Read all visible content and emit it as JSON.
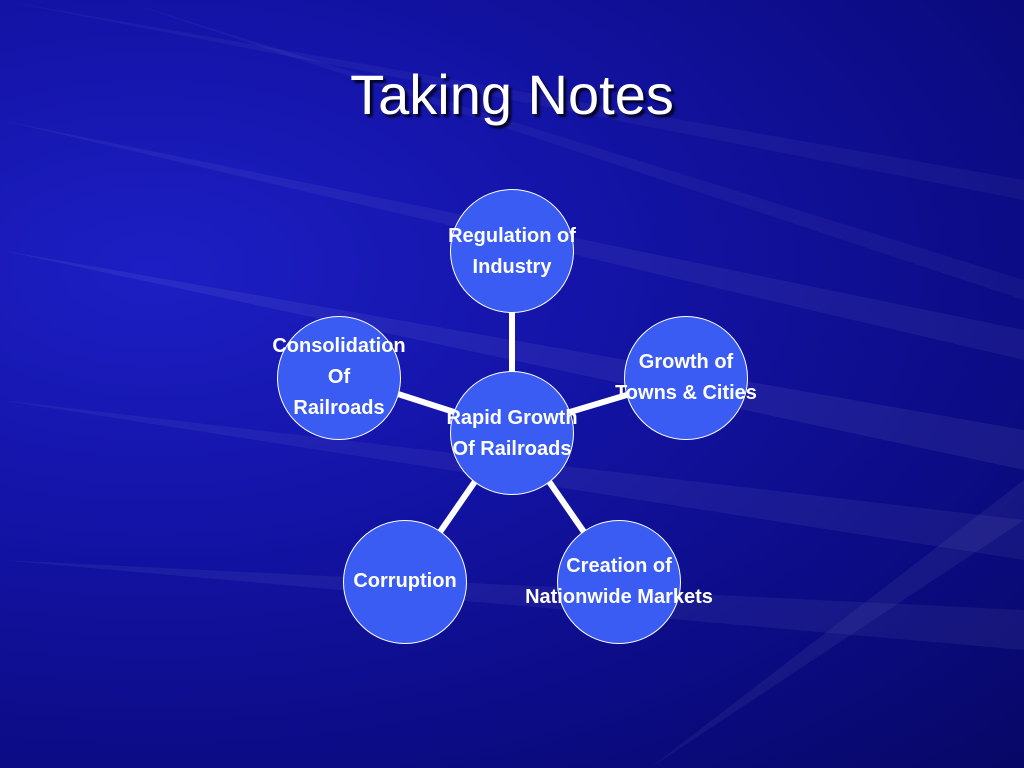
{
  "slide": {
    "title": "Taking Notes"
  },
  "diagram": {
    "center": {
      "line1": "Rapid Growth",
      "line2": "Of Railroads"
    },
    "nodes": [
      {
        "line1": "Regulation of",
        "line2": "Industry"
      },
      {
        "line1": "Growth of",
        "line2": "Towns & Cities"
      },
      {
        "line1": "Creation of",
        "line2": "Nationwide Markets"
      },
      {
        "line1": "Corruption"
      },
      {
        "line1": "Consolidation",
        "line2": "Of",
        "line3": "Railroads"
      }
    ]
  },
  "colors": {
    "background": "#1414a8",
    "node_fill": "#3a5cf2",
    "text": "#ffffff",
    "connector": "#ffffff"
  }
}
